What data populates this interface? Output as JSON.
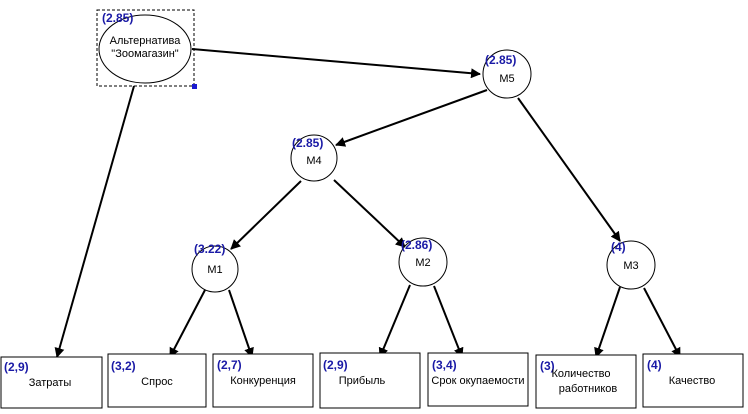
{
  "root": {
    "line1": "Альтернатива",
    "line2": "\"Зоомагазин\"",
    "value": "(2.85)"
  },
  "m5": {
    "label": "M5",
    "value": "(2.85)"
  },
  "m4": {
    "label": "M4",
    "value": "(2.85)"
  },
  "m1": {
    "label": "M1",
    "value": "(3.22)"
  },
  "m2": {
    "label": "M2",
    "value": "(2.86)"
  },
  "m3": {
    "label": "M3",
    "value": "(4)"
  },
  "leaves": [
    {
      "label": "Затраты",
      "value": "(2,9)"
    },
    {
      "label": "Спрос",
      "value": "(3,2)"
    },
    {
      "label": "Конкуренция",
      "value": "(2,7)"
    },
    {
      "label": "Прибыль",
      "value": "(2,9)"
    },
    {
      "label": "Срок окупаемости",
      "value": "(3,4)"
    },
    {
      "label_line1": "Количество",
      "label_line2": "работников",
      "value": "(3)"
    },
    {
      "label": "Качество",
      "value": "(4)"
    }
  ],
  "colors": {
    "value_text": "#1a1aa6",
    "selection_handle": "#1a1ad0"
  }
}
